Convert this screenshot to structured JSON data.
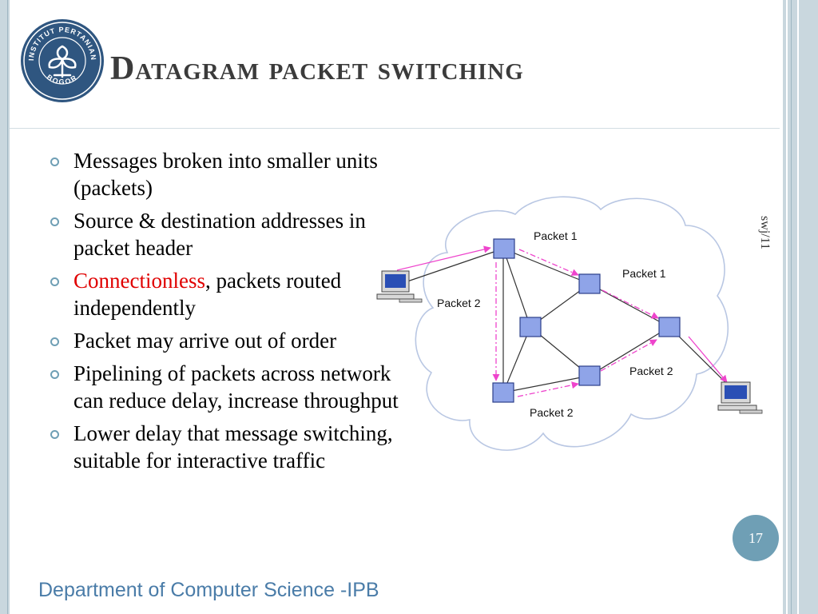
{
  "slide": {
    "title": "Datagram packet switching",
    "bullets": [
      {
        "text": "Messages broken into smaller units (packets)"
      },
      {
        "text": "Source & destination addresses in packet header"
      },
      {
        "highlight": "Connectionless",
        "rest": ", packets routed independently"
      },
      {
        "text": "Packet may arrive out of order"
      },
      {
        "text": "Pipelining of packets across network can reduce delay, increase throughput"
      },
      {
        "text": "Lower delay that message switching, suitable for interactive traffic"
      }
    ],
    "side_note": "swj/11",
    "page_number": "17",
    "footer": "Department of Computer Science -IPB"
  },
  "logo": {
    "text_top": "INSTITUT PERTANIAN",
    "text_bottom": "BOGOR",
    "icon": "ipb-emblem-icon"
  },
  "diagram": {
    "labels": {
      "packet1_top": "Packet 1",
      "packet1_right": "Packet 1",
      "packet2_left": "Packet 2",
      "packet2_right": "Packet 2",
      "packet2_bottom": "Packet 2"
    },
    "icons": {
      "source": "computer-icon",
      "destination": "computer-icon",
      "cloud": "cloud-icon",
      "switch": "switch-node-icon"
    }
  },
  "colors": {
    "accent": "#6f9fb5",
    "highlight": "#e00000",
    "footer": "#4a7ca8",
    "packet_path": "#ee44cc",
    "node_fill": "#8fa4e8"
  }
}
